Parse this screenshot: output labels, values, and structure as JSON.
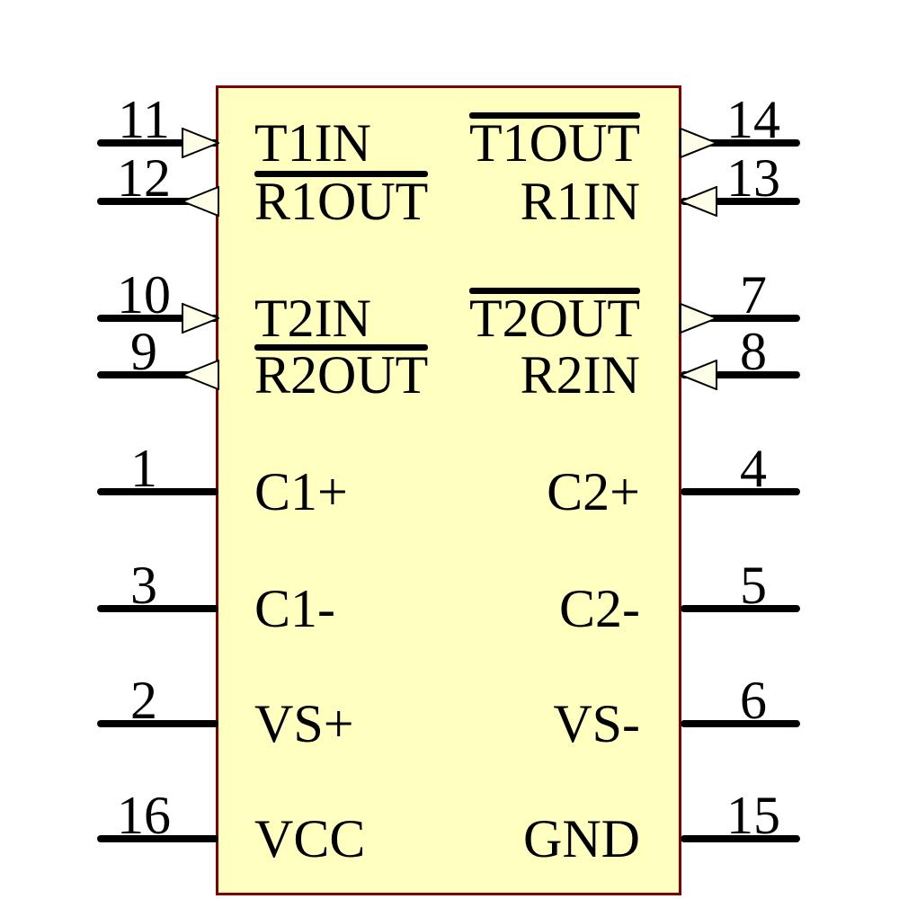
{
  "diagram": {
    "kind": "ic-schematic-symbol",
    "pin_count": 16
  },
  "colors": {
    "body_fill": "#FFFFC0",
    "body_border": "#7F0000",
    "arrow_fill": "#FFFFE8",
    "wire": "#000000",
    "text": "#000000"
  },
  "pins": {
    "left": [
      {
        "number": "11",
        "name": "T1IN",
        "direction": "input",
        "inverted": false
      },
      {
        "number": "12",
        "name": "R1OUT",
        "direction": "output",
        "inverted": true
      },
      {
        "number": "10",
        "name": "T2IN",
        "direction": "input",
        "inverted": false
      },
      {
        "number": "9",
        "name": "R2OUT",
        "direction": "output",
        "inverted": true
      },
      {
        "number": "1",
        "name": "C1+",
        "direction": "none",
        "inverted": false
      },
      {
        "number": "3",
        "name": "C1-",
        "direction": "none",
        "inverted": false
      },
      {
        "number": "2",
        "name": "VS+",
        "direction": "none",
        "inverted": false
      },
      {
        "number": "16",
        "name": "VCC",
        "direction": "none",
        "inverted": false
      }
    ],
    "right": [
      {
        "number": "14",
        "name": "T1OUT",
        "direction": "output",
        "inverted": true
      },
      {
        "number": "13",
        "name": "R1IN",
        "direction": "input",
        "inverted": false
      },
      {
        "number": "7",
        "name": "T2OUT",
        "direction": "output",
        "inverted": true
      },
      {
        "number": "8",
        "name": "R2IN",
        "direction": "input",
        "inverted": false
      },
      {
        "number": "4",
        "name": "C2+",
        "direction": "none",
        "inverted": false
      },
      {
        "number": "5",
        "name": "C2-",
        "direction": "none",
        "inverted": false
      },
      {
        "number": "6",
        "name": "VS-",
        "direction": "none",
        "inverted": false
      },
      {
        "number": "15",
        "name": "GND",
        "direction": "none",
        "inverted": false
      }
    ]
  }
}
